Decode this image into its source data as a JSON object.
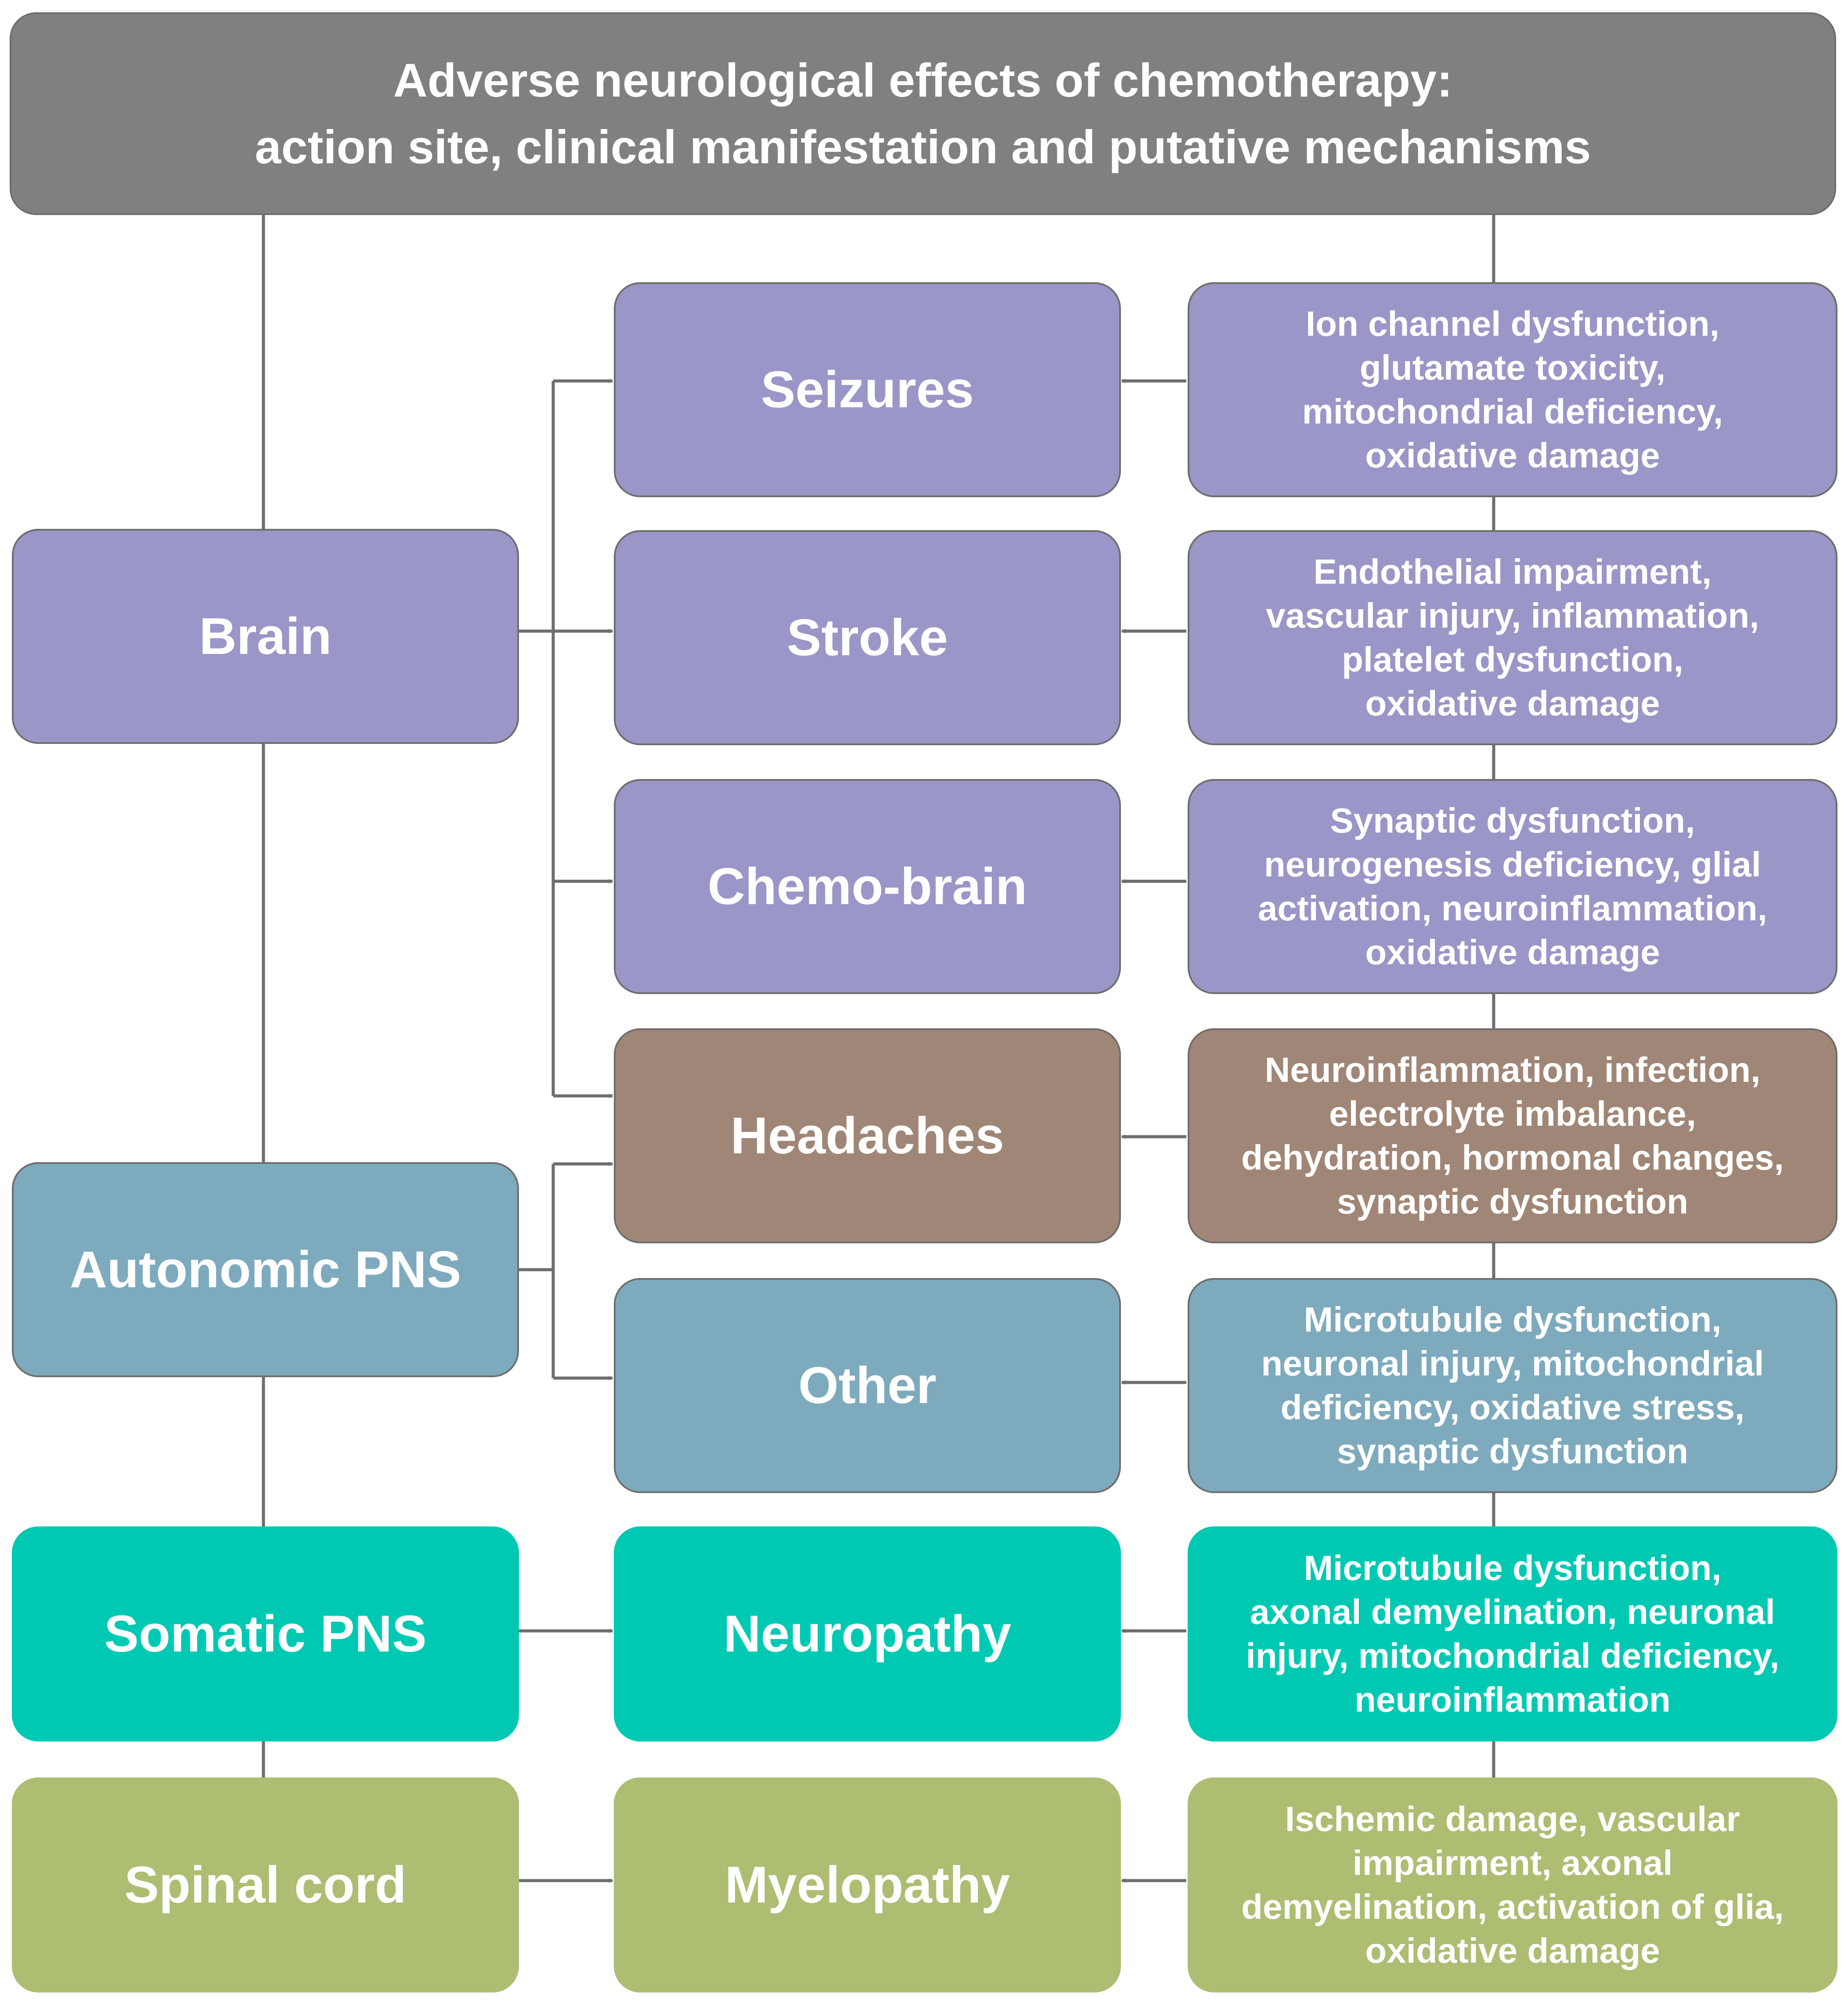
{
  "title": {
    "line1": "Adverse neurological effects of chemotherapy:",
    "line2": "action site, clinical manifestation and putative mechanisms"
  },
  "colors": {
    "title": "#808080",
    "purple": "#9a96c7",
    "brown": "#a08676",
    "steel": "#7eaabd",
    "teal": "#00c9b3",
    "olive": "#adbd72",
    "connector": "#6e6e6e"
  },
  "sites": {
    "brain": "Brain",
    "autonomic_pns": "Autonomic PNS",
    "somatic_pns": "Somatic PNS",
    "spinal_cord": "Spinal cord"
  },
  "effects": {
    "seizures": "Seizures",
    "stroke": "Stroke",
    "chemo_brain": "Chemo-brain",
    "headaches": "Headaches",
    "other": "Other",
    "neuropathy": "Neuropathy",
    "myelopathy": "Myelopathy"
  },
  "mechanisms": {
    "seizures": [
      "Ion channel dysfunction,",
      "glutamate toxicity,",
      "mitochondrial deficiency,",
      "oxidative damage"
    ],
    "stroke": [
      "Endothelial impairment,",
      "vascular injury, inflammation,",
      "platelet dysfunction,",
      "oxidative damage"
    ],
    "chemo_brain": [
      "Synaptic dysfunction,",
      "neurogenesis deficiency, glial",
      "activation, neuroinflammation,",
      "oxidative damage"
    ],
    "headaches": [
      "Neuroinflammation, infection,",
      "electrolyte imbalance,",
      "dehydration, hormonal changes,",
      "synaptic dysfunction"
    ],
    "other": [
      "Microtubule dysfunction,",
      "neuronal injury, mitochondrial",
      "deficiency, oxidative stress,",
      "synaptic dysfunction"
    ],
    "neuropathy": [
      "Microtubule dysfunction,",
      "axonal demyelination, neuronal",
      "injury, mitochondrial deficiency,",
      "neuroinflammation"
    ],
    "myelopathy": [
      "Ischemic damage, vascular",
      "impairment, axonal",
      "demyelination, activation of glia,",
      "oxidative damage"
    ]
  },
  "connections": [
    {
      "from": "Brain",
      "to": "Seizures"
    },
    {
      "from": "Brain",
      "to": "Stroke"
    },
    {
      "from": "Brain",
      "to": "Chemo-brain"
    },
    {
      "from": "Brain",
      "to": "Headaches"
    },
    {
      "from": "Autonomic PNS",
      "to": "Headaches"
    },
    {
      "from": "Autonomic PNS",
      "to": "Other"
    },
    {
      "from": "Somatic PNS",
      "to": "Neuropathy"
    },
    {
      "from": "Spinal cord",
      "to": "Myelopathy"
    }
  ]
}
